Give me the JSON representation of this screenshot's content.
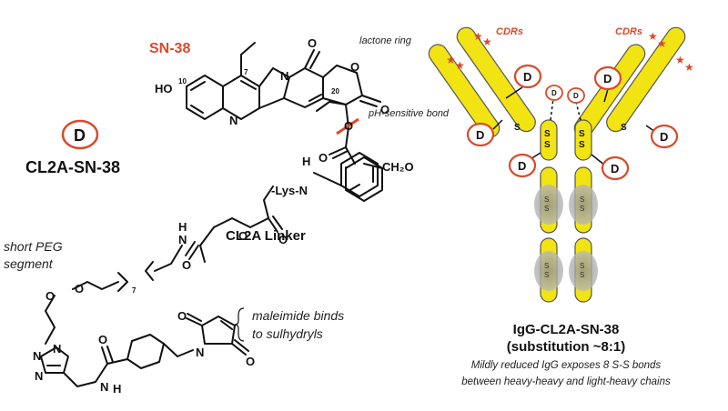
{
  "colors": {
    "accent_red": "#d94a2b",
    "antibody_yellow": "#f2e313",
    "antibody_stroke": "#555555",
    "disulfide_gray": "#9a9a9a"
  },
  "chemistry": {
    "sn38_label": "SN-38",
    "lactone_label": "lactone ring",
    "ph_bond_label": "pH-sensitive bond",
    "num_7": "7",
    "num_10": "10",
    "num_20": "20",
    "ho_label": "HO",
    "n_label": "N",
    "o_label": "O",
    "ch2o_label": "CH₂O",
    "lys_label": "-Lys-N",
    "h_label": "H",
    "cl2a_linker_label": "CL2A Linker",
    "peg_label_line1": "short PEG",
    "peg_label_line2": "segment",
    "subscript_7": "7",
    "maleimide_line1": "maleimide binds",
    "maleimide_line2": "to sulhydryls",
    "drug_symbol": "D",
    "drug_name": "CL2A-SN-38"
  },
  "antibody": {
    "cdr_left": "CDRs",
    "cdr_right": "CDRs",
    "drug_symbol": "D",
    "s_label": "S",
    "ss_label": "S-S",
    "caption_title": "IgG-CL2A-SN-38",
    "caption_sub": "(substitution ~8:1)",
    "caption_line1": "Mildly reduced IgG exposes 8 S-S bonds",
    "caption_line2": "between heavy-heavy and light-heavy chains"
  }
}
